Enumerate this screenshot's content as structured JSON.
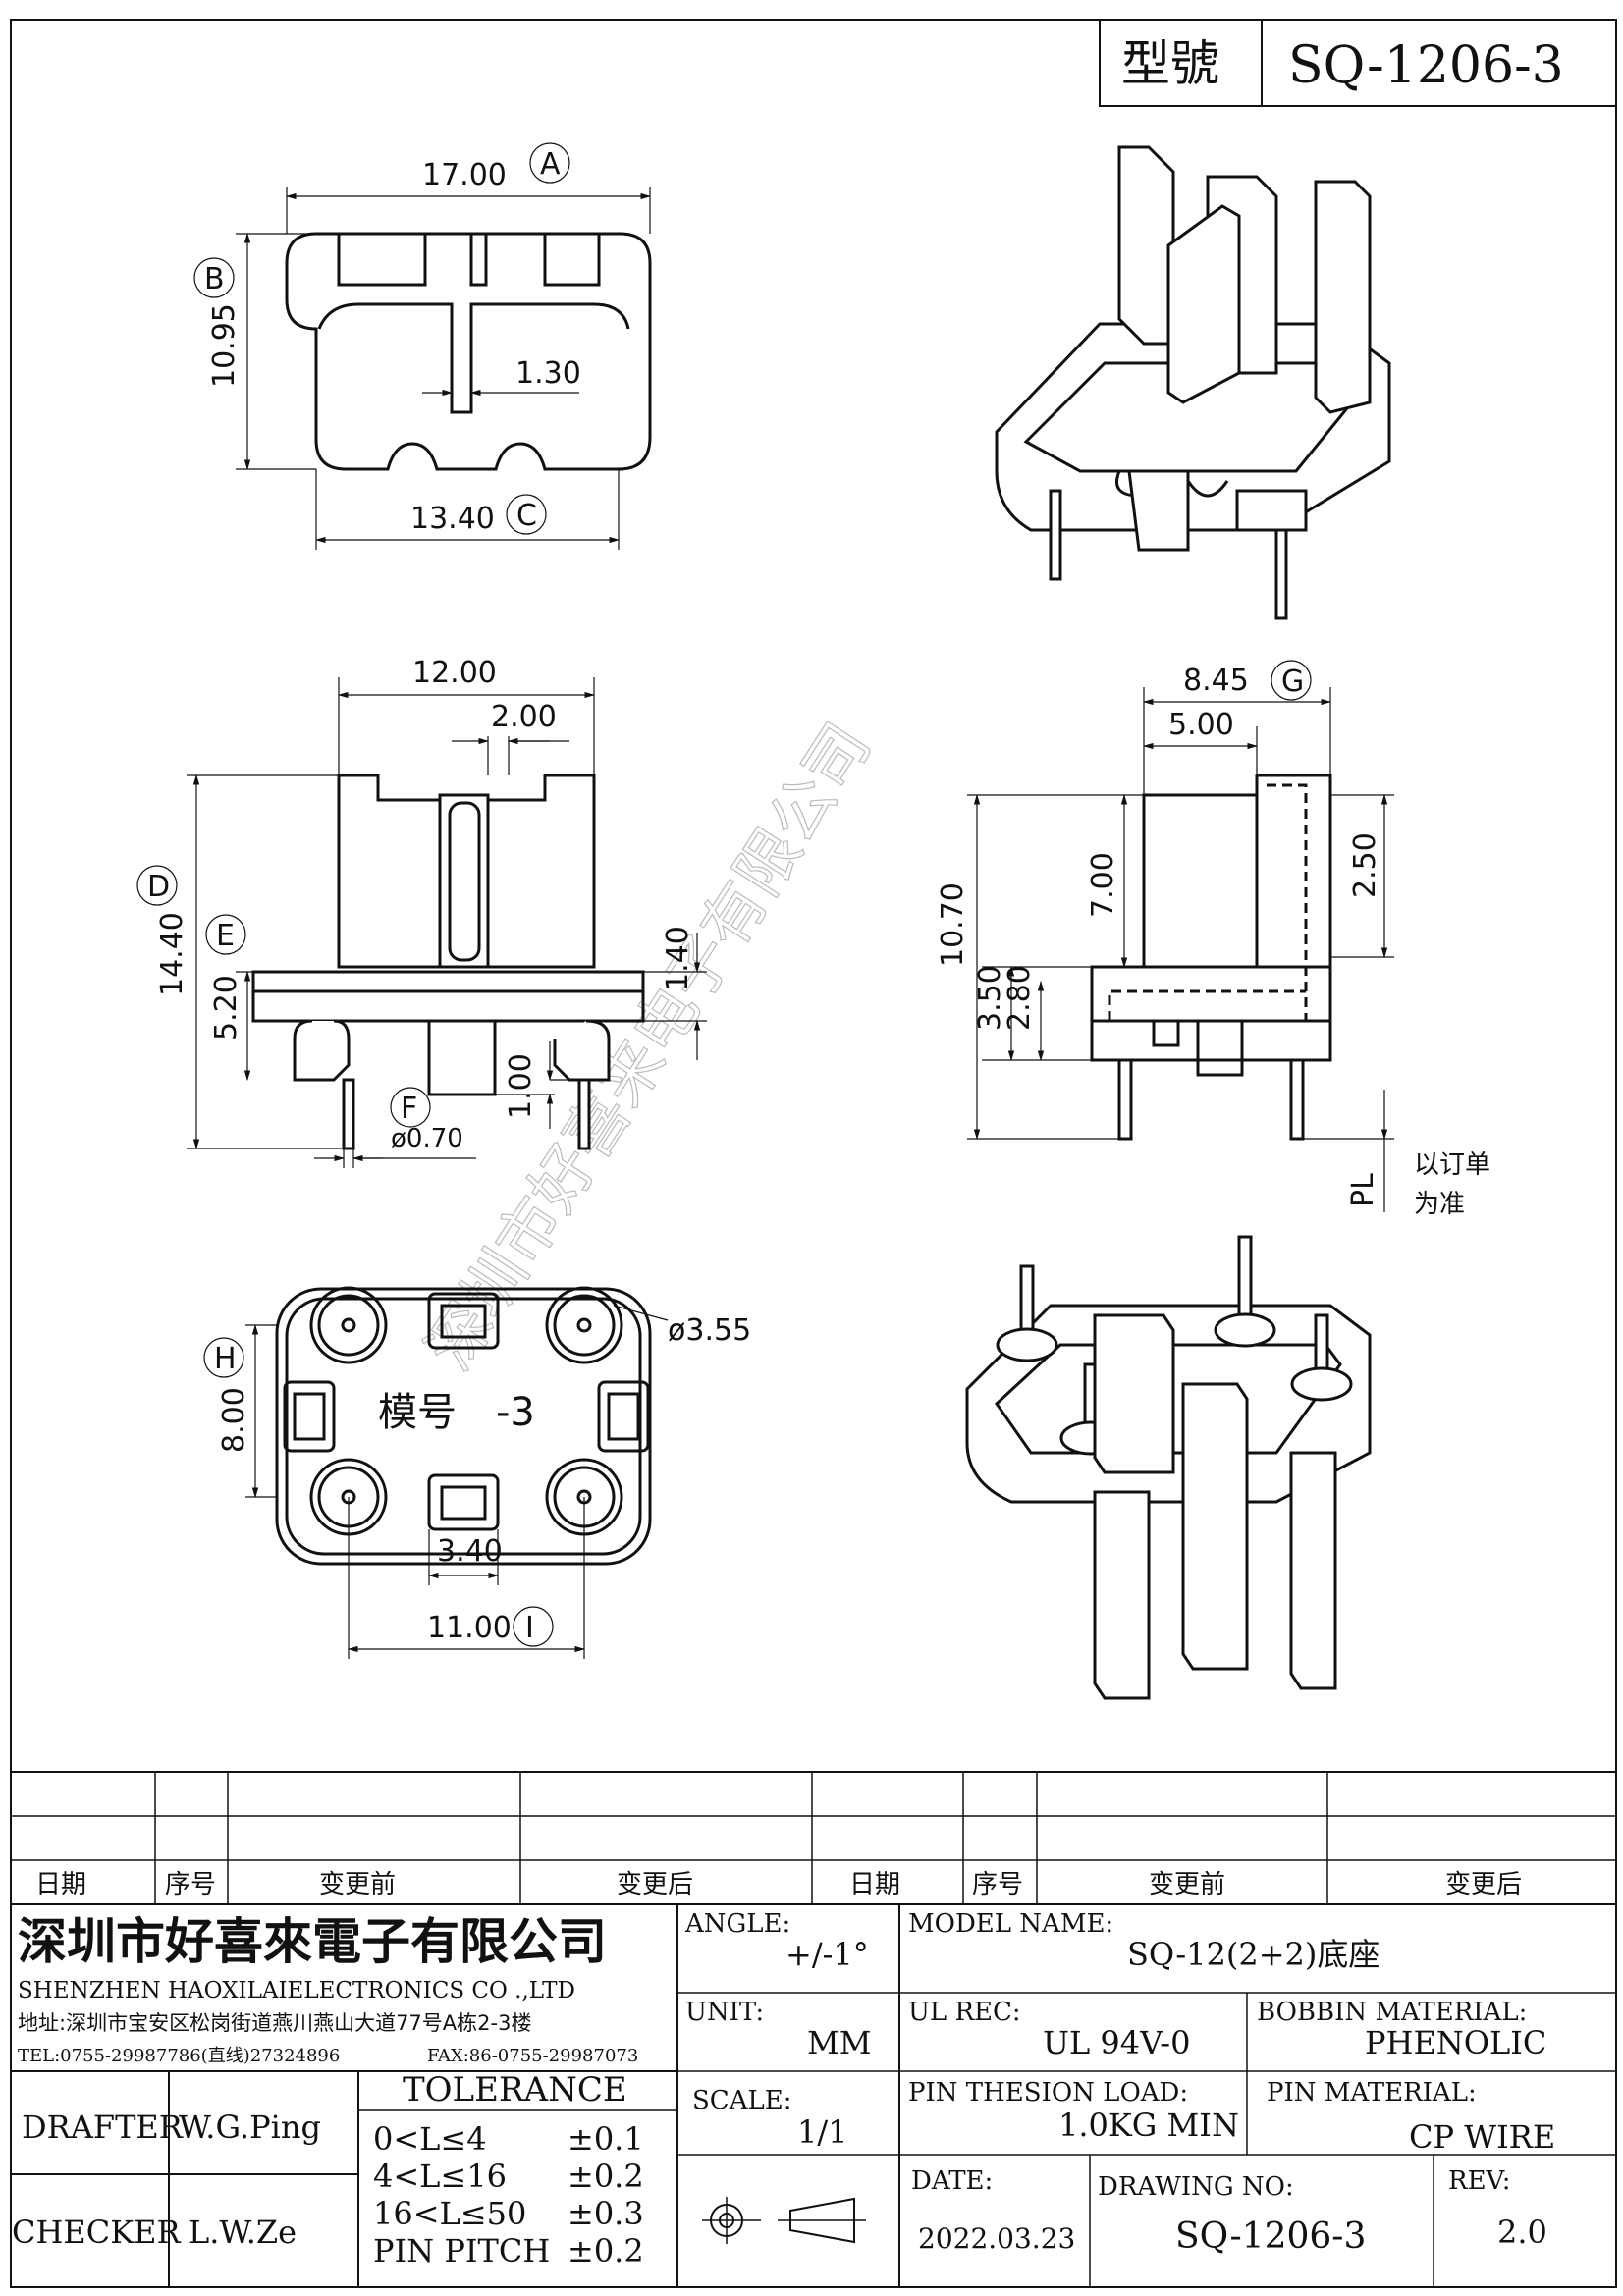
{
  "header": {
    "model_label": "型號",
    "model_value": "SQ-1206-3"
  },
  "top_view": {
    "width": "17.00",
    "width_tag": "A",
    "height": "10.95",
    "height_tag": "B",
    "slot": "1.30",
    "bottom": "13.40",
    "bottom_tag": "C"
  },
  "front_view": {
    "width": "12.00",
    "slot": "2.00",
    "height": "14.40",
    "height_tag": "D",
    "base": "5.20",
    "base_tag": "E",
    "flange": "1.40",
    "pin_len": "1.00",
    "pin_tag": "F",
    "pin_dia": "ø0.70"
  },
  "side_view": {
    "width": "8.45",
    "width_tag": "G",
    "inner": "5.00",
    "h_total": "10.70",
    "h_wall": "7.00",
    "h_right": "2.50",
    "h_base": "3.50",
    "h_base2": "2.80",
    "pl_label": "PL",
    "pl_note1": "以订单",
    "pl_note2": "为准"
  },
  "bottom_view": {
    "mold_text": "模号",
    "mold_num": "-3",
    "pad_dia": "ø3.55",
    "height": "8.00",
    "height_tag": "H",
    "slot": "3.40",
    "pitch": "11.00",
    "pitch_tag": "I"
  },
  "watermark": "深圳市好喜来电子有限公司",
  "change_table": {
    "headers": [
      "日期",
      "序号",
      "变更前",
      "变更后",
      "日期",
      "序号",
      "变更前",
      "变更后"
    ]
  },
  "company": {
    "name_cn": "深圳市好喜來電子有限公司",
    "name_en": "SHENZHEN HAOXILAIELECTRONICS CO .,LTD",
    "address": "地址:深圳市宝安区松岗街道燕川燕山大道77号A栋2-3楼",
    "tel": "TEL:0755-29987786(直线)27324896",
    "fax": "FAX:86-0755-29987073"
  },
  "title_block": {
    "angle_label": "ANGLE:",
    "angle_value": "+/-1°",
    "model_name_label": "MODEL NAME:",
    "model_name_value": "SQ-12(2+2)底座",
    "unit_label": "UNIT:",
    "unit_value": "MM",
    "ul_label": "UL REC:",
    "ul_value": "UL 94V-0",
    "bobbin_label": "BOBBIN MATERIAL:",
    "bobbin_value": "PHENOLIC",
    "scale_label": "SCALE:",
    "scale_value": "1/1",
    "pin_load_label": "PIN THESION LOAD:",
    "pin_load_value": "1.0KG MIN",
    "pin_mat_label": "PIN MATERIAL:",
    "pin_mat_value": "CP   WIRE",
    "date_label": "DATE:",
    "date_value": "2022.03.23",
    "drawing_no_label": "DRAWING NO:",
    "drawing_no_value": "SQ-1206-3",
    "rev_label": "REV:",
    "rev_value": "2.0",
    "drafter_label": "DRAFTER",
    "drafter_value": "W.G.Ping",
    "checker_label": "CHECKER",
    "checker_value": "L.W.Ze",
    "tolerance_title": "TOLERANCE",
    "tolerances": [
      {
        "range": "0<L≤4",
        "value": "±0.1"
      },
      {
        "range": "4<L≤16",
        "value": "±0.2"
      },
      {
        "range": "16<L≤50",
        "value": "±0.3"
      },
      {
        "range": "PIN PITCH",
        "value": "±0.2"
      }
    ]
  }
}
